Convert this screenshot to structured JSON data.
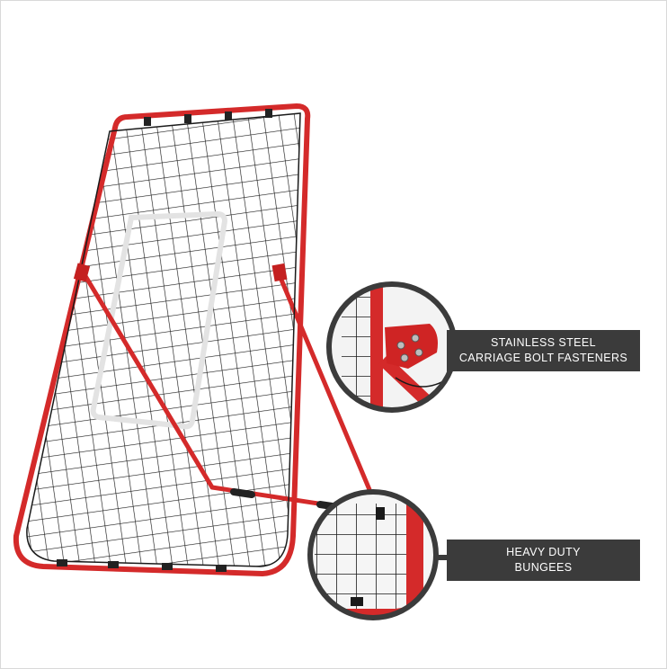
{
  "product": {
    "colors": {
      "frame": "#d42a2a",
      "net": "#1a1a1a",
      "target": "#e6e6e6",
      "callout_ring": "#3b3b3b",
      "label_bg": "#3b3b3b",
      "label_text": "#ffffff"
    }
  },
  "callouts": [
    {
      "lines": [
        "STAINLESS STEEL",
        "CARRIAGE BOLT FASTENERS"
      ]
    },
    {
      "lines": [
        "HEAVY DUTY",
        "BUNGEES"
      ]
    }
  ]
}
